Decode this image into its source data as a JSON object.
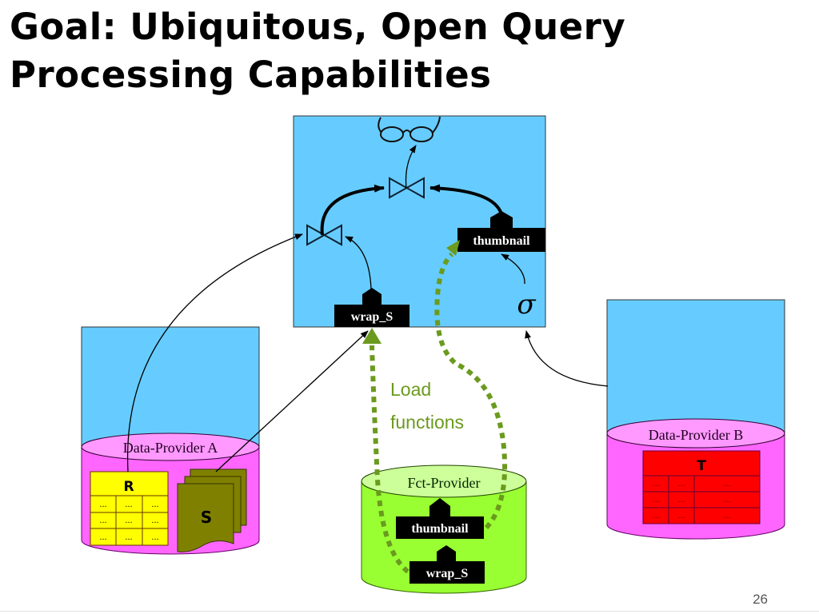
{
  "slide": {
    "title_line1": "Goal: Ubiquitous, Open Query",
    "title_line2": "Processing Capabilities",
    "page_number": "26"
  },
  "query_site": {
    "operators": [
      "join",
      "join",
      "selection"
    ],
    "selection_symbol": "σ",
    "result_icon": "glasses-icon",
    "functions": [
      "thumbnail",
      "wrap_S"
    ]
  },
  "providers": {
    "data_provider_a": {
      "label": "Data-Provider A",
      "relation_r": {
        "name": "R",
        "rows": [
          [
            "...",
            "...",
            "..."
          ],
          [
            "...",
            "...",
            "..."
          ],
          [
            "...",
            "...",
            "..."
          ]
        ]
      },
      "document_s": {
        "name": "S"
      }
    },
    "data_provider_b": {
      "label": "Data-Provider B",
      "relation_t": {
        "name": "T",
        "rows": [
          [
            "...",
            "...",
            "..."
          ],
          [
            "...",
            "...",
            "..."
          ],
          [
            "...",
            "...",
            "..."
          ]
        ]
      }
    },
    "fct_provider": {
      "label": "Fct-Provider",
      "functions": [
        "thumbnail",
        "wrap_S"
      ]
    }
  },
  "annotations": {
    "load_line1": "Load",
    "load_line2": "functions"
  },
  "colors": {
    "site_blue": "#66ccff",
    "provider_magenta": "#ff66ff",
    "provider_top": "#ff99ff",
    "fct_green": "#99ff33",
    "fct_top": "#ccff99",
    "relation_yellow": "#ffff00",
    "relation_red": "#ff0000",
    "document_olive": "#808000",
    "load_arrow_green": "#6b9a1e"
  }
}
